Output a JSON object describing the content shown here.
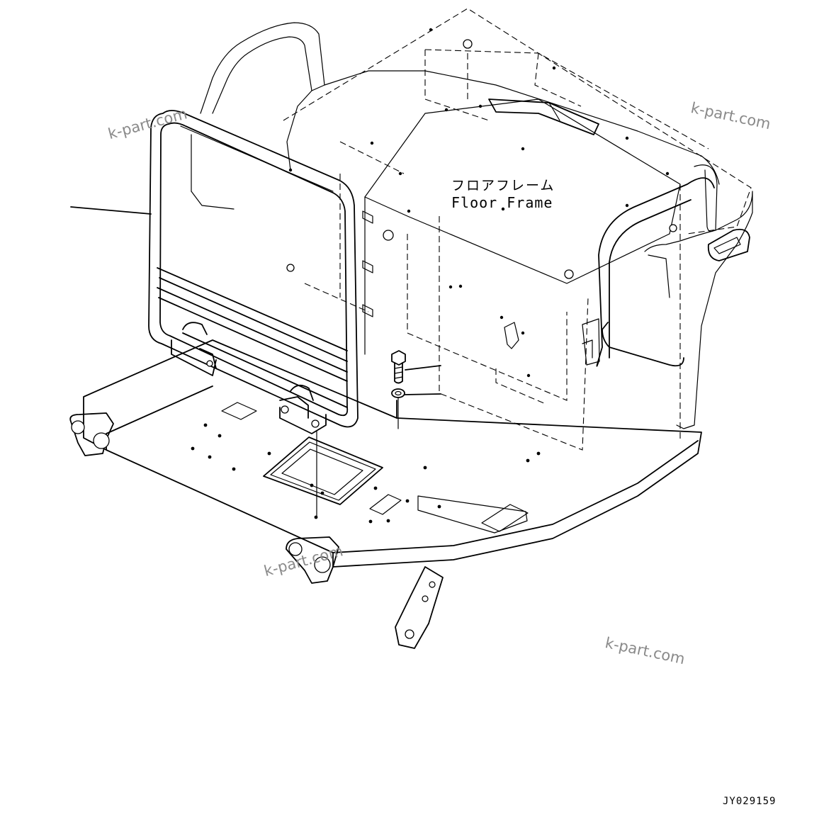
{
  "labels": {
    "floor_frame_jp": "フロアフレーム",
    "floor_frame_en": "Floor Frame",
    "drawing_number": "JY029159"
  },
  "watermarks": [
    "k-part.com",
    "k-part.com",
    "k-part.com",
    "k-part.com"
  ]
}
